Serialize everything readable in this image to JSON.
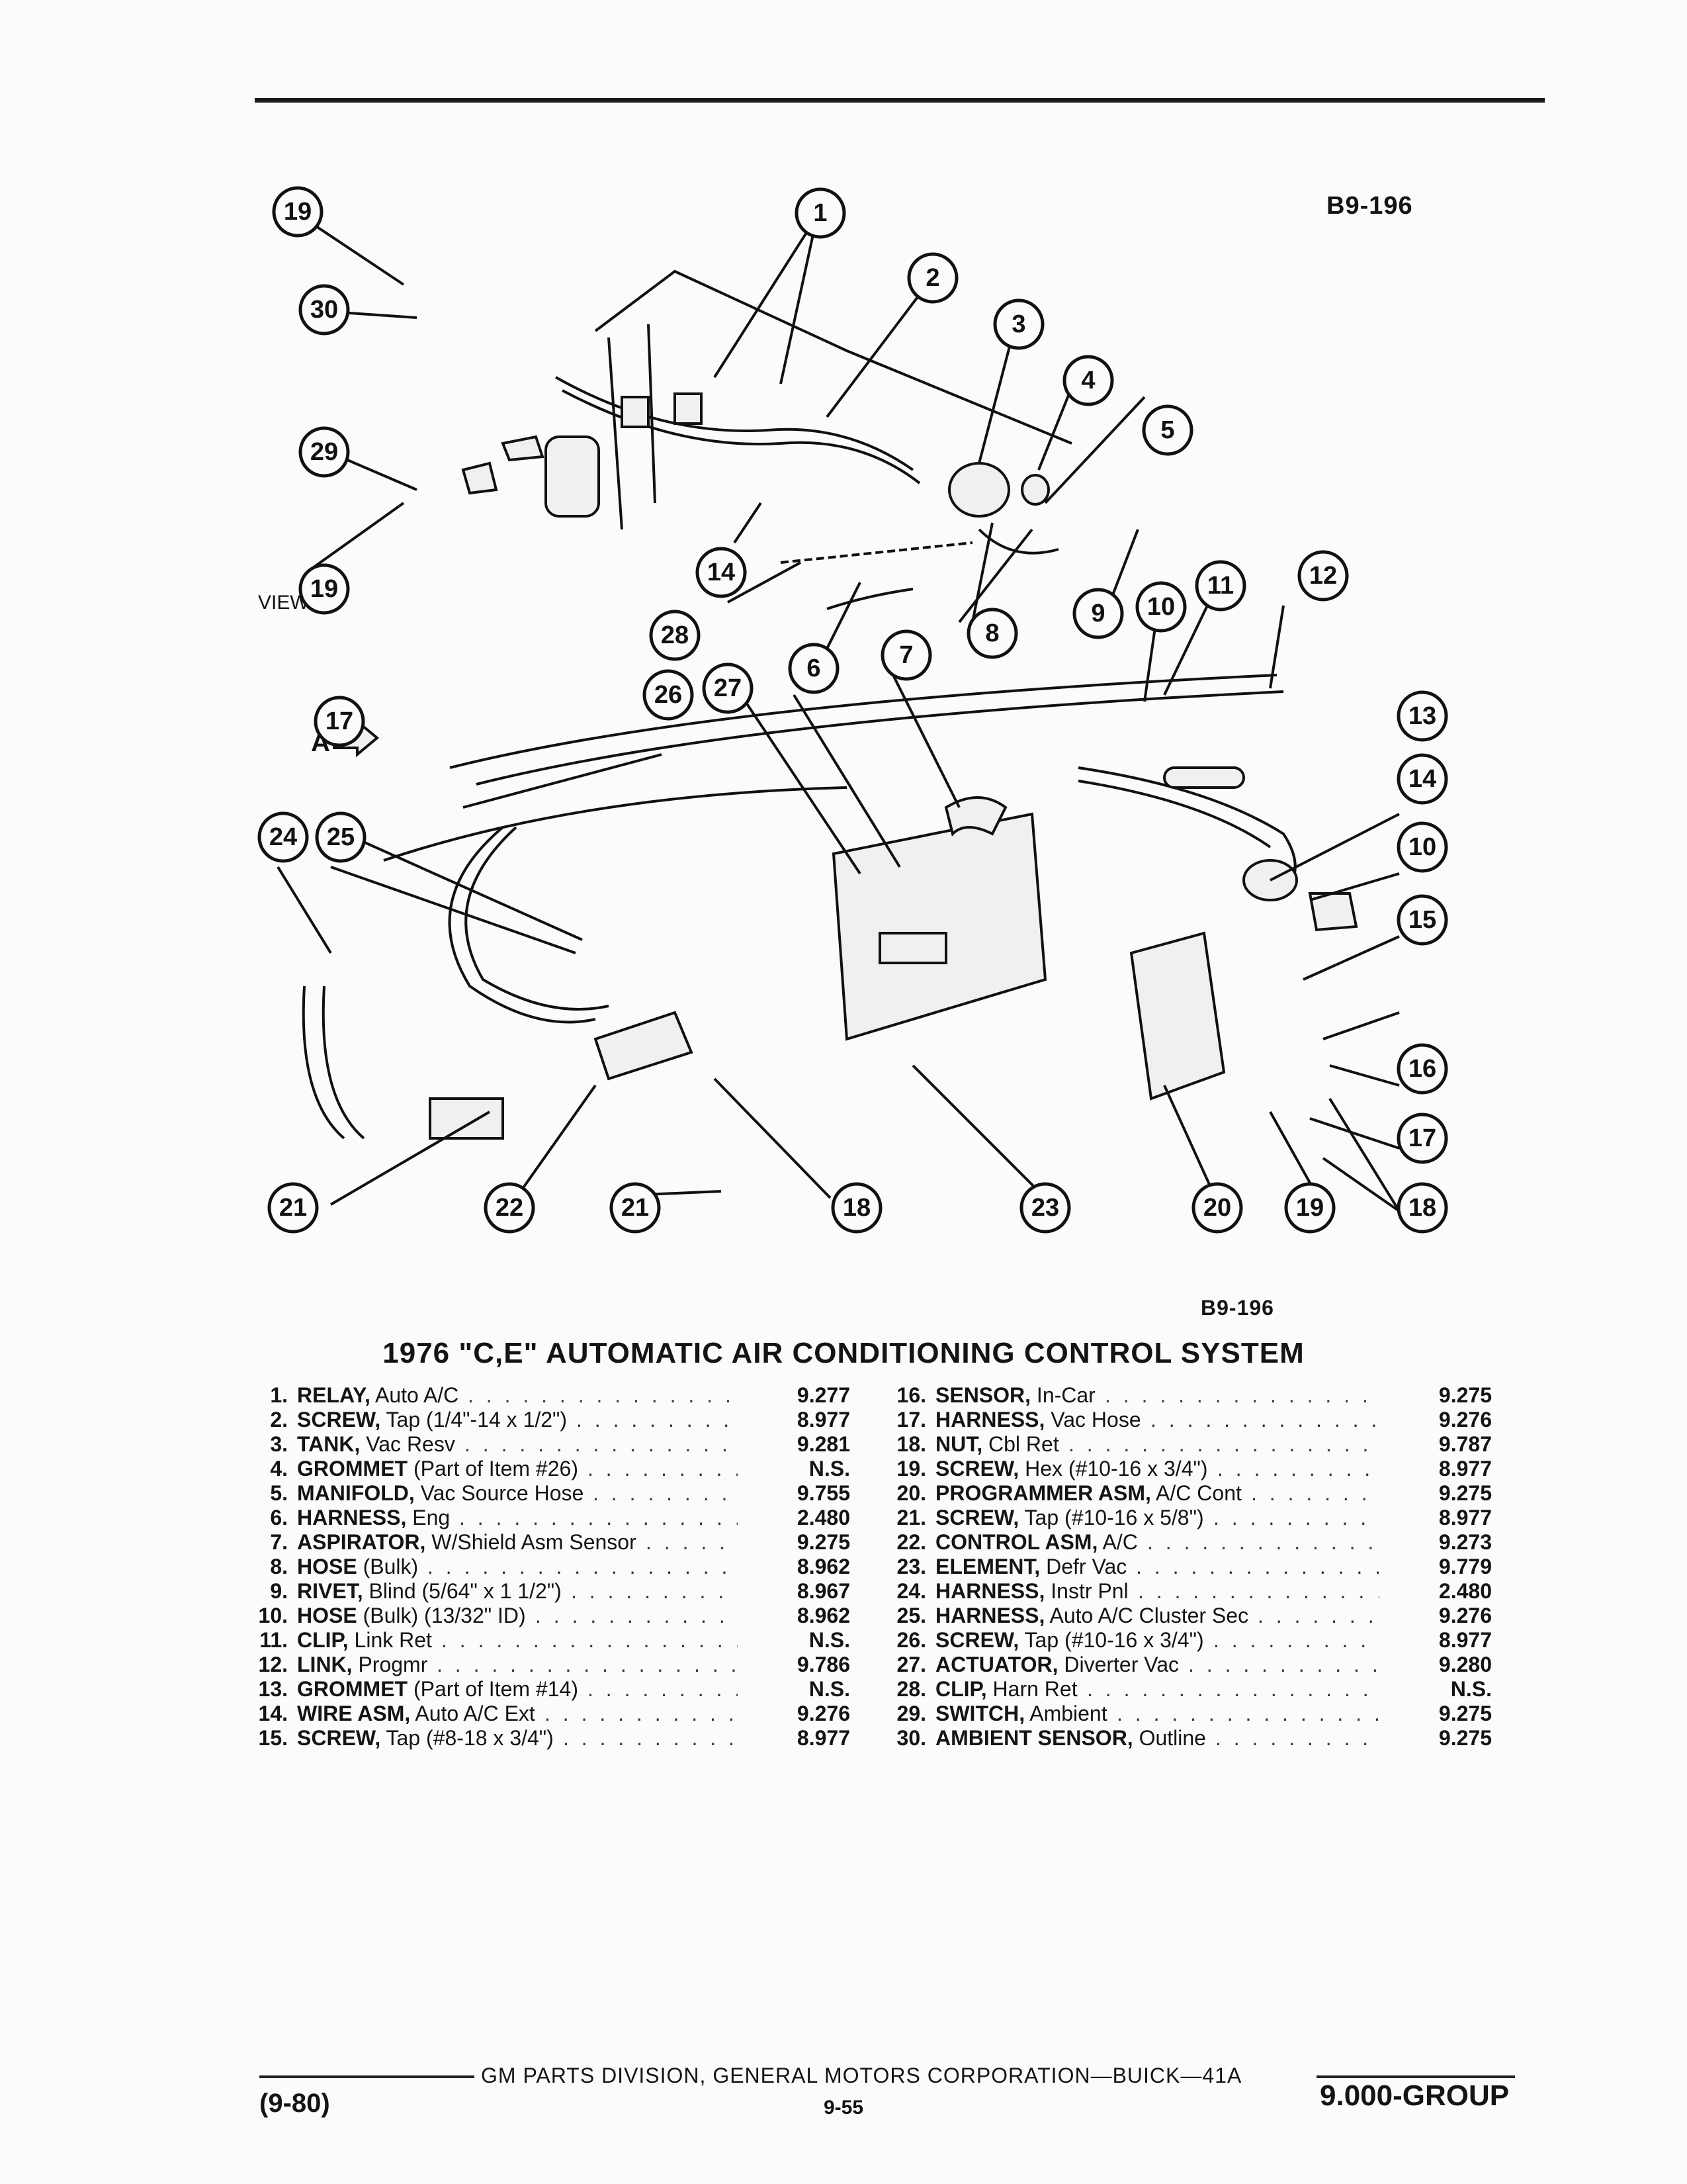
{
  "header": {
    "figure_code_top": "B9-196",
    "figure_code_bottom": "B9-196"
  },
  "diagram": {
    "view_label": "VIEW",
    "view_letter": "A",
    "arrow_label": "A",
    "callouts": [
      "19",
      "1",
      "30",
      "2",
      "3",
      "4",
      "29",
      "5",
      "19",
      "14",
      "28",
      "8",
      "6",
      "9",
      "10",
      "11",
      "12",
      "7",
      "26",
      "27",
      "17",
      "13",
      "14",
      "10",
      "15",
      "24",
      "25",
      "16",
      "17",
      "18",
      "21",
      "22",
      "21",
      "18",
      "23",
      "20",
      "19",
      "18"
    ]
  },
  "title": "1976 \"C,E\" AUTOMATIC AIR CONDITIONING CONTROL SYSTEM",
  "parts_left": [
    {
      "num": "1.",
      "name": "RELAY,",
      "desc": " Auto A/C",
      "group": "9.277"
    },
    {
      "num": "2.",
      "name": "SCREW,",
      "desc": " Tap (1/4\"-14 x 1/2\")",
      "group": "8.977"
    },
    {
      "num": "3.",
      "name": "TANK,",
      "desc": " Vac Resv",
      "group": "9.281"
    },
    {
      "num": "4.",
      "name": "GROMMET",
      "desc": " (Part of Item #26)",
      "group": "N.S."
    },
    {
      "num": "5.",
      "name": "MANIFOLD,",
      "desc": " Vac Source Hose",
      "group": "9.755"
    },
    {
      "num": "6.",
      "name": "HARNESS,",
      "desc": " Eng",
      "group": "2.480"
    },
    {
      "num": "7.",
      "name": "ASPIRATOR,",
      "desc": " W/Shield Asm Sensor",
      "group": "9.275"
    },
    {
      "num": "8.",
      "name": "HOSE",
      "desc": " (Bulk)",
      "group": "8.962"
    },
    {
      "num": "9.",
      "name": "RIVET,",
      "desc": " Blind (5/64\" x 1 1/2\")",
      "group": "8.967"
    },
    {
      "num": "10.",
      "name": "HOSE",
      "desc": " (Bulk) (13/32\" ID)",
      "group": "8.962"
    },
    {
      "num": "11.",
      "name": "CLIP,",
      "desc": " Link Ret",
      "group": "N.S."
    },
    {
      "num": "12.",
      "name": "LINK,",
      "desc": " Progmr",
      "group": "9.786"
    },
    {
      "num": "13.",
      "name": "GROMMET",
      "desc": " (Part of Item #14)",
      "group": "N.S."
    },
    {
      "num": "14.",
      "name": "WIRE ASM,",
      "desc": " Auto A/C Ext",
      "group": "9.276"
    },
    {
      "num": "15.",
      "name": "SCREW,",
      "desc": " Tap (#8-18 x 3/4\")",
      "group": "8.977"
    }
  ],
  "parts_right": [
    {
      "num": "16.",
      "name": "SENSOR,",
      "desc": " In-Car",
      "group": "9.275"
    },
    {
      "num": "17.",
      "name": "HARNESS,",
      "desc": " Vac Hose",
      "group": "9.276"
    },
    {
      "num": "18.",
      "name": "NUT,",
      "desc": " Cbl Ret",
      "group": "9.787"
    },
    {
      "num": "19.",
      "name": "SCREW,",
      "desc": " Hex (#10-16 x 3/4\")",
      "group": "8.977"
    },
    {
      "num": "20.",
      "name": "PROGRAMMER ASM,",
      "desc": " A/C Cont",
      "group": "9.275"
    },
    {
      "num": "21.",
      "name": "SCREW,",
      "desc": " Tap (#10-16 x 5/8\")",
      "group": "8.977"
    },
    {
      "num": "22.",
      "name": "CONTROL ASM,",
      "desc": " A/C",
      "group": "9.273"
    },
    {
      "num": "23.",
      "name": "ELEMENT,",
      "desc": " Defr Vac",
      "group": "9.779"
    },
    {
      "num": "24.",
      "name": "HARNESS,",
      "desc": " Instr Pnl",
      "group": "2.480"
    },
    {
      "num": "25.",
      "name": "HARNESS,",
      "desc": " Auto A/C Cluster Sec",
      "group": "9.276"
    },
    {
      "num": "26.",
      "name": "SCREW,",
      "desc": " Tap (#10-16 x 3/4\")",
      "group": "8.977"
    },
    {
      "num": "27.",
      "name": "ACTUATOR,",
      "desc": " Diverter Vac",
      "group": "9.280"
    },
    {
      "num": "28.",
      "name": "CLIP,",
      "desc": " Harn Ret",
      "group": "N.S."
    },
    {
      "num": "29.",
      "name": "SWITCH,",
      "desc": " Ambient",
      "group": "9.275"
    },
    {
      "num": "30.",
      "name": "AMBIENT SENSOR,",
      "desc": " Outline",
      "group": "9.275"
    }
  ],
  "footer": {
    "source": "GM PARTS DIVISION, GENERAL MOTORS CORPORATION—BUICK—41A",
    "date_code": "(9-80)",
    "page": "9-55",
    "group": "9.000-GROUP"
  }
}
